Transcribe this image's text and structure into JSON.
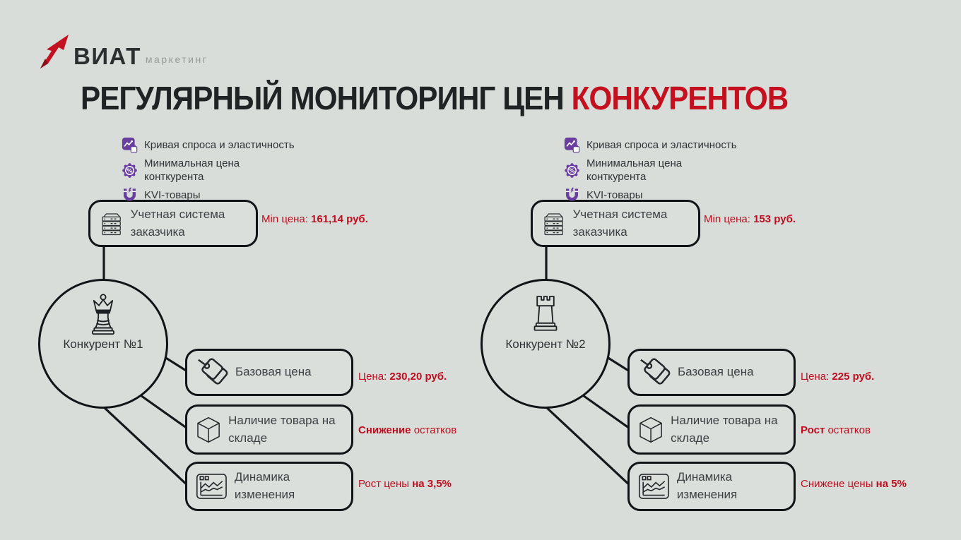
{
  "page": {
    "background": "#d9ddd9"
  },
  "logo": {
    "brand": "ВИАТ",
    "tagline": "маркетинг",
    "arrow_color": "#c3111f"
  },
  "title": {
    "plain": "РЕГУЛЯРНЫЙ МОНИТОРИНГ ЦЕН ",
    "accent": "КОНКУРЕНТОВ",
    "accent_color": "#c3111f"
  },
  "legend": {
    "items": [
      {
        "icon": "demand-curve-icon",
        "label": "Кривая спроса и эластичность"
      },
      {
        "icon": "discount-badge-icon",
        "label": "Минимальная цена конткурента"
      },
      {
        "icon": "magnet-icon",
        "label": "KVI-товары"
      }
    ],
    "icon_color": "#6a3e9e"
  },
  "competitors": [
    {
      "name": "Конкурент №1",
      "piece_icon": "chess-queen-icon",
      "system_box_label": "Учетная система заказчика",
      "min_note": {
        "label": "Min цена:",
        "value": "161,14 руб."
      },
      "boxes": [
        {
          "icon": "price-tags-icon",
          "label": "Базовая цена",
          "note_plain": "Цена:",
          "note_bold": "230,20 руб."
        },
        {
          "icon": "cube-icon",
          "label": "Наличие товара на складе",
          "note_bold": "Снижение",
          "note_plain": "остатков"
        },
        {
          "icon": "chart-window-icon",
          "label": "Динамика изменения",
          "note_plain": "Рост цены",
          "note_bold": "на 3,5%"
        }
      ]
    },
    {
      "name": "Конкурент №2",
      "piece_icon": "chess-rook-icon",
      "system_box_label": "Учетная система заказчика",
      "min_note": {
        "label": "Min цена:",
        "value": "153 руб."
      },
      "boxes": [
        {
          "icon": "price-tags-icon",
          "label": "Базовая цена",
          "note_plain": "Цена:",
          "note_bold": "225 руб."
        },
        {
          "icon": "cube-icon",
          "label": "Наличие товара на складе",
          "note_bold": "Рост",
          "note_plain": "остатков"
        },
        {
          "icon": "chart-window-icon",
          "label": "Динамика изменения",
          "note_plain": "Снижене цены",
          "note_bold": "на 5%"
        }
      ]
    }
  ],
  "colors": {
    "note_red": "#bf0d1f",
    "purple": "#6a3e9e",
    "ink": "#1f2324",
    "line": "#15181a"
  }
}
